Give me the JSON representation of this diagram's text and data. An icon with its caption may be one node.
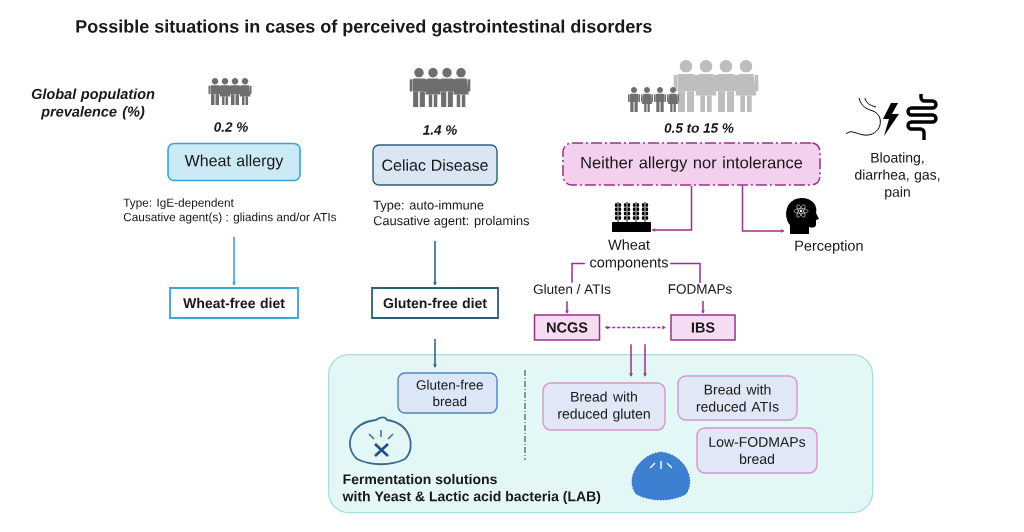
{
  "diagram": {
    "title": "Possible situations in cases of perceived gastrointestinal disorders",
    "nodes": [
      {
        "text": [
          "Wheat allergy"
        ],
        "beside": [
          "0.2 %"
        ]
      },
      {
        "text": [
          "Type: IgE-dependent",
          "Causative agent(s) : gliadins and/or ATIs"
        ]
      },
      {
        "text": [
          "Wheat-free diet"
        ]
      },
      {
        "text": [
          "Celiac Disease"
        ],
        "beside": [
          "1.4 %"
        ]
      },
      {
        "text": [
          "Type: auto-immune",
          "Causative agent: prolamins"
        ]
      },
      {
        "text": [
          "Gluten-free diet"
        ]
      },
      {
        "text": [
          "Neither allergy nor intolerance"
        ],
        "beside": [
          "0.5 to 15 %"
        ]
      },
      {
        "text": [
          "Wheat components"
        ]
      },
      {
        "text": [
          "Perception"
        ]
      },
      {
        "text": [
          "Gluten / ATIs"
        ]
      },
      {
        "text": [
          "FODMAPs"
        ]
      },
      {
        "text": [
          "NCGS"
        ]
      },
      {
        "text": [
          "IBS"
        ]
      },
      {
        "text": [
          "Fermentation solutions with Yeast & Lactic acid bacteria (LAB)"
        ]
      },
      {
        "text": [
          "Gluten-free bread"
        ],
        "in": 13
      },
      {
        "text": [
          "Bread with reduced gluten"
        ],
        "in": 13
      },
      {
        "text": [
          "Bread with reduced ATIs"
        ],
        "in": 13
      },
      {
        "text": [
          "Low-FODMAPs bread"
        ],
        "in": 13
      }
    ],
    "edges": [
      {
        "from": 1,
        "to": 2,
        "arrow": "to",
        "color": "#2e9fd2"
      },
      {
        "from": 4,
        "to": 5,
        "arrow": "to",
        "color": "#1e5f7c"
      },
      {
        "from": 5,
        "to": 14,
        "arrow": "to",
        "color": "#1e5f7c"
      },
      {
        "from": 6,
        "to": 7,
        "arrow": "to"
      },
      {
        "from": 6,
        "to": 8,
        "arrow": "to"
      },
      {
        "from": 7,
        "to": 9,
        "arrow": "none"
      },
      {
        "from": 7,
        "to": 10,
        "arrow": "none"
      },
      {
        "from": 9,
        "to": 11,
        "arrow": "to"
      },
      {
        "from": 10,
        "to": 12,
        "arrow": "to"
      },
      {
        "from": 11,
        "to": 12,
        "arrow": "both",
        "style": "dashed"
      },
      {
        "from": null,
        "to": 15,
        "arrow": "to"
      },
      {
        "from": null,
        "to": 15,
        "arrow": "to"
      }
    ],
    "labels": [
      "Global population prevalence (%)",
      "Bloating, diarrhea, gas, pain"
    ]
  }
}
